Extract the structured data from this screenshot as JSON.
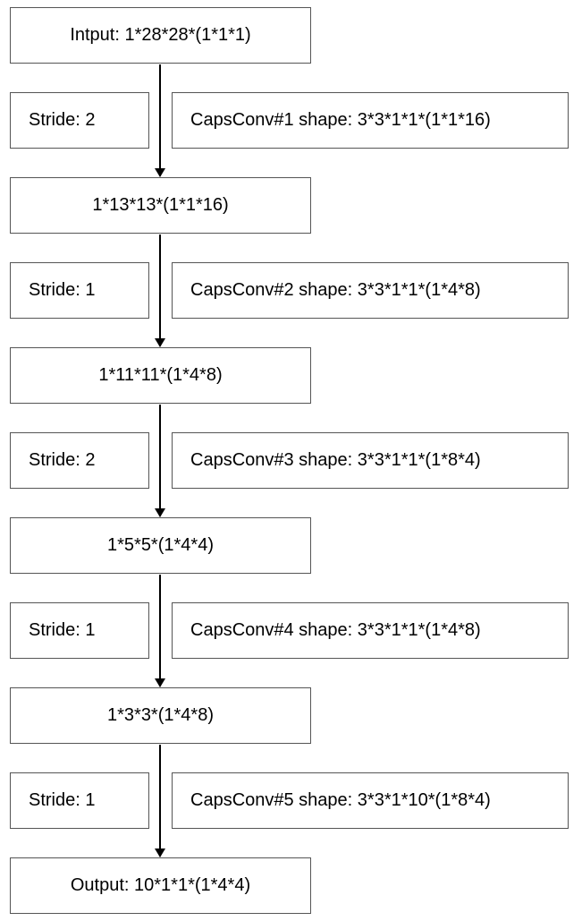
{
  "nodes": [
    "Intput: 1*28*28*(1*1*1)",
    "1*13*13*(1*1*16)",
    "1*11*11*(1*4*8)",
    "1*5*5*(1*4*4)",
    "1*3*3*(1*4*8)",
    "Output: 10*1*1*(1*4*4)"
  ],
  "layers": [
    {
      "stride": "Stride: 2",
      "conv": "CapsConv#1 shape: 3*3*1*1*(1*1*16)"
    },
    {
      "stride": "Stride: 1",
      "conv": "CapsConv#2 shape: 3*3*1*1*(1*4*8)"
    },
    {
      "stride": "Stride: 2",
      "conv": "CapsConv#3 shape: 3*3*1*1*(1*8*4)"
    },
    {
      "stride": "Stride: 1",
      "conv": "CapsConv#4 shape: 3*3*1*1*(1*4*8)"
    },
    {
      "stride": "Stride: 1",
      "conv": "CapsConv#5 shape: 3*3*1*10*(1*8*4)"
    }
  ],
  "colors": {
    "stroke": "#555555",
    "arrow": "#000000"
  }
}
